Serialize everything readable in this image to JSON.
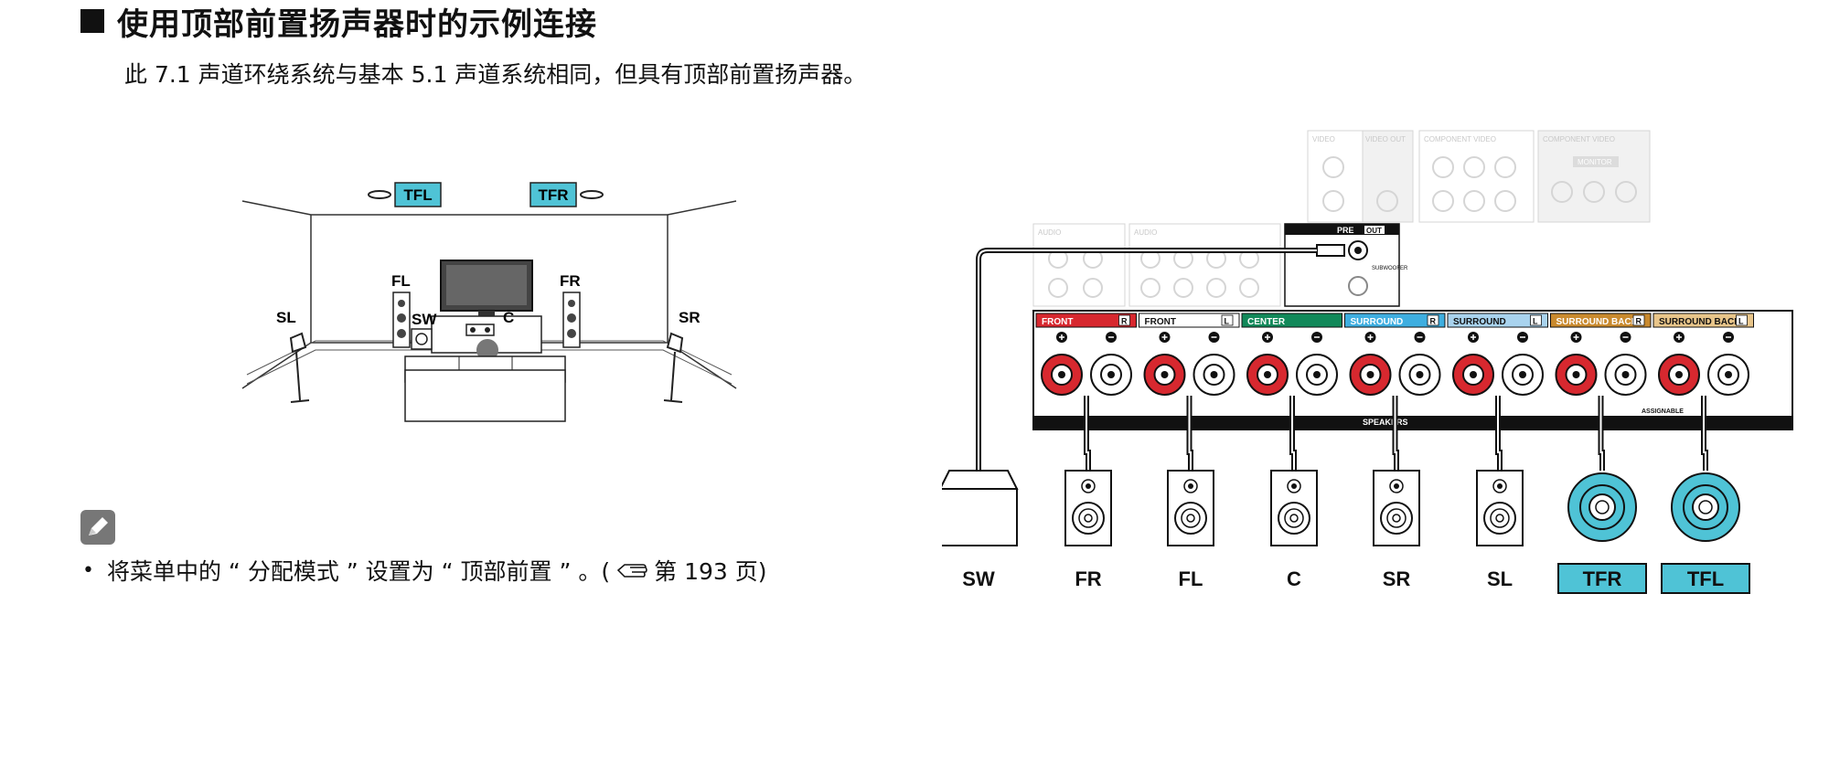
{
  "header": {
    "title": "使用顶部前置扬声器时的示例连接",
    "subtitle": "此 7.1 声道环绕系统与基本 5.1 声道系统相同，但具有顶部前置扬声器。"
  },
  "room": {
    "labels": {
      "tfl": "TFL",
      "tfr": "TFR",
      "fl": "FL",
      "fr": "FR",
      "sl": "SL",
      "sr": "SR",
      "sw": "SW",
      "c": "C"
    },
    "accent_color": "#4fc3d6"
  },
  "note": {
    "bullet": "•",
    "text_before": "将菜单中的 “ 分配模式 ” 设置为 “ 顶部前置 ” 。(",
    "text_after": " 第 193 页)"
  },
  "receiver": {
    "panel_labels": {
      "video_in": "VIDEO",
      "video_out": "VIDEO OUT",
      "component_in": "COMPONENT VIDEO",
      "component_out": "COMPONENT VIDEO",
      "monitor": "MONITOR",
      "audio": "AUDIO",
      "audio_assign": "AUDIO",
      "pre_out": "PRE",
      "out_badge": "OUT",
      "subwoofer": "SUBWOOFER",
      "speakers": "SPEAKERS",
      "assignable": "ASSIGNABLE"
    },
    "channels": [
      {
        "label": "FRONT",
        "badge": "R",
        "color": "#d7282f"
      },
      {
        "label": "FRONT",
        "badge": "L",
        "color": "#ffffff"
      },
      {
        "label": "CENTER",
        "badge": "",
        "color": "#12895a"
      },
      {
        "label": "SURROUND",
        "badge": "R",
        "color": "#3eaee0"
      },
      {
        "label": "SURROUND",
        "badge": "L",
        "color": "#a9d3ee"
      },
      {
        "label": "SURROUND BACK",
        "badge": "R",
        "color": "#c98a2e"
      },
      {
        "label": "SURROUND BACK",
        "badge": "L",
        "color": "#e8c58a"
      }
    ]
  },
  "speakers_bottom": [
    "SW",
    "FR",
    "FL",
    "C",
    "SR",
    "SL",
    "TFR",
    "TFL"
  ]
}
